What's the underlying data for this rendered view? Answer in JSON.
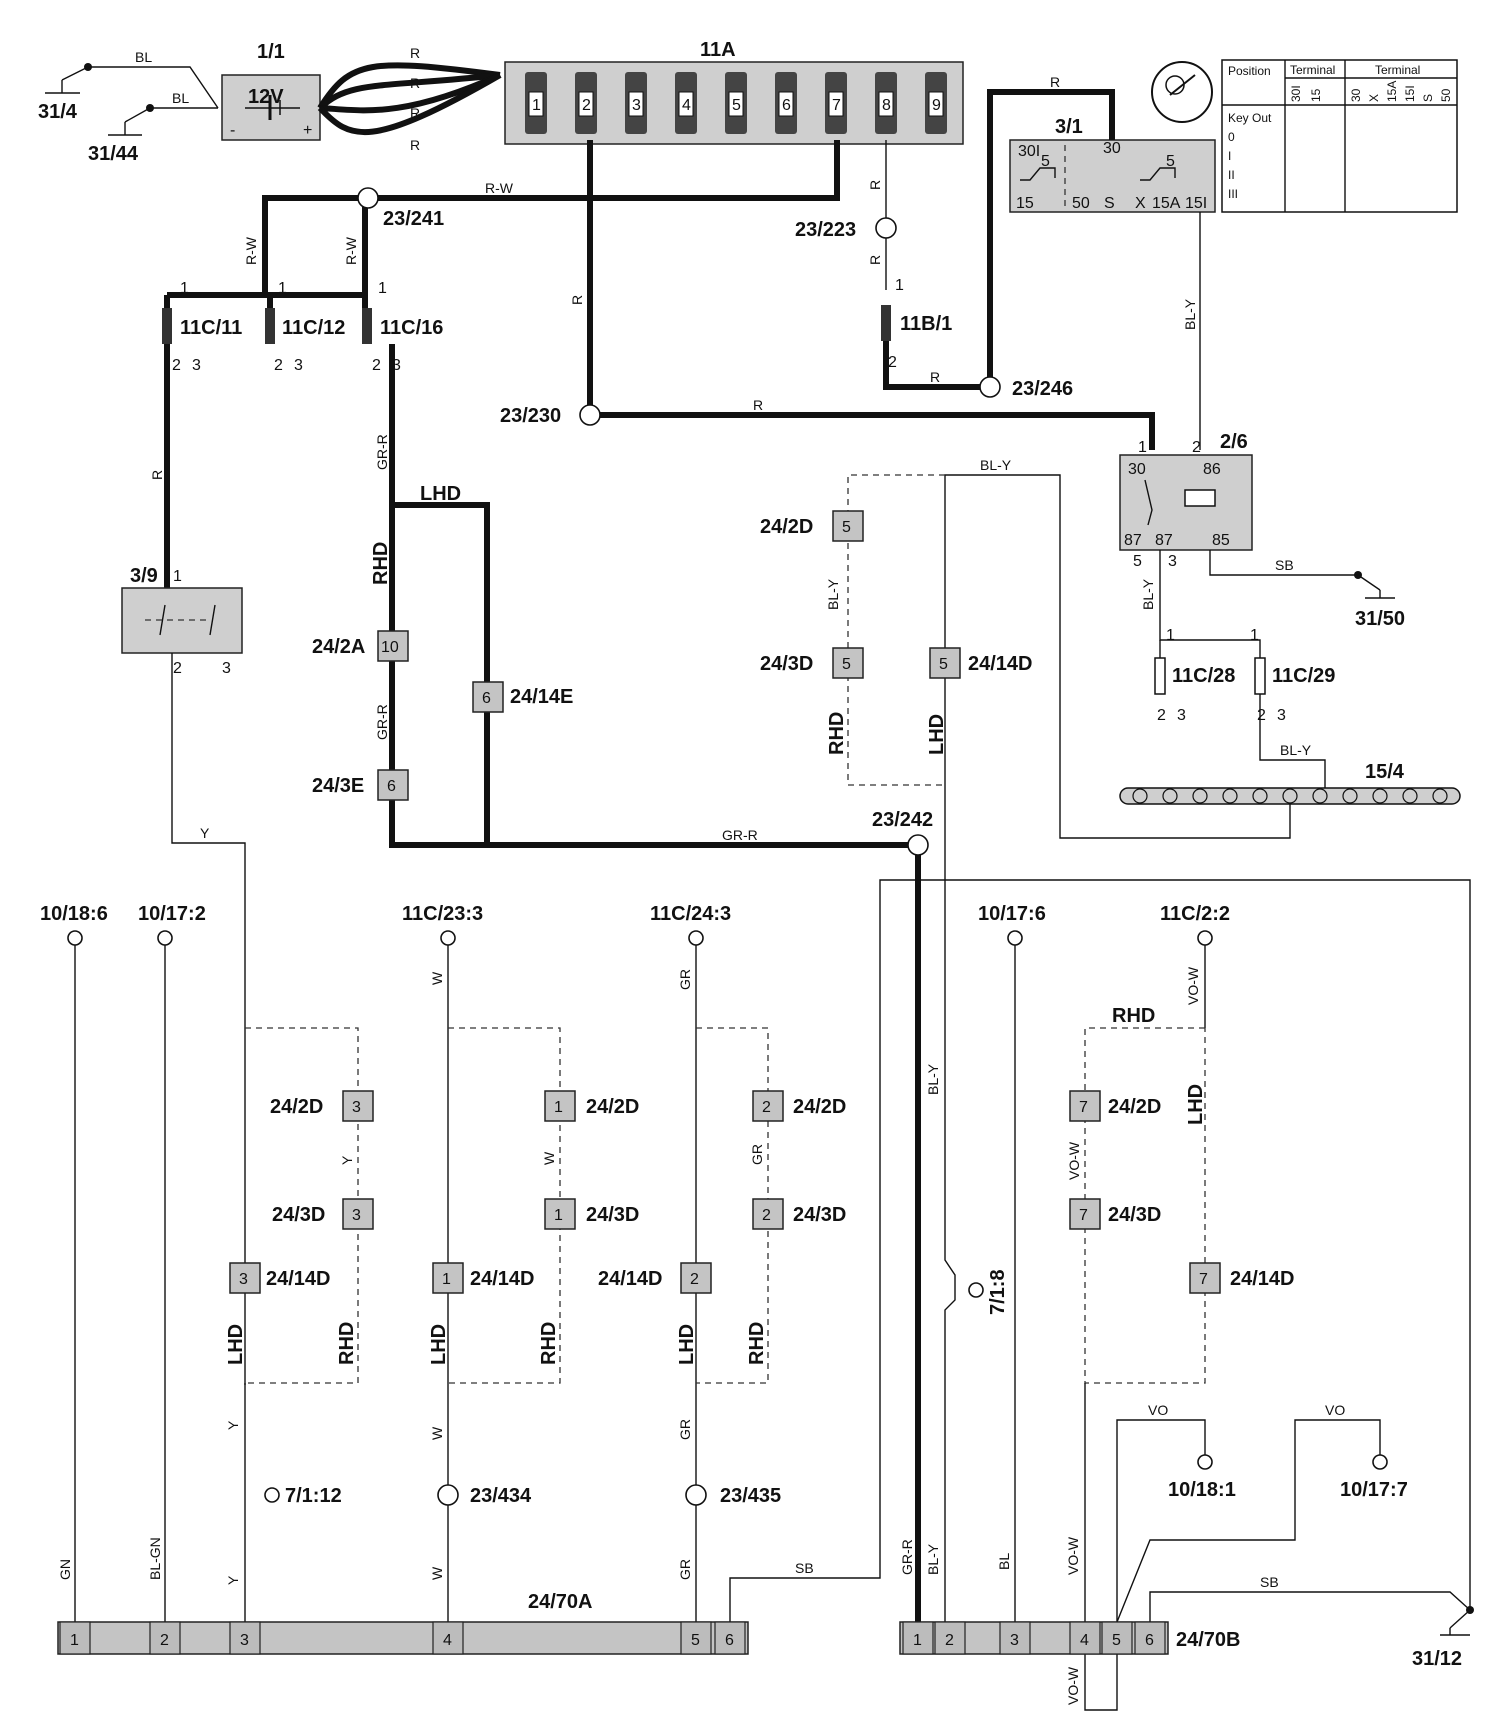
{
  "battery": {
    "id": "1/1",
    "voltage": "12V",
    "minus": "-",
    "plus": "+"
  },
  "fusebox": {
    "id": "11A",
    "fuses": [
      "1",
      "2",
      "3",
      "4",
      "5",
      "6",
      "7",
      "8",
      "9"
    ]
  },
  "ignition": {
    "id": "3/1",
    "terminals": [
      "30I",
      "30",
      "5",
      "15",
      "50",
      "S",
      "X",
      "15A",
      "15I",
      "5"
    ]
  },
  "ignition_table": {
    "header_position": "Position",
    "header_terminal1": "Terminal",
    "header_terminal2": "Terminal",
    "cols1": [
      "30I",
      "15"
    ],
    "cols2": [
      "30",
      "X",
      "15A",
      "15I",
      "S",
      "50"
    ],
    "rows": [
      "Key Out",
      "0",
      "I",
      "II",
      "III"
    ]
  },
  "grounds": {
    "g1": "31/4",
    "g2": "31/44",
    "g3": "31/50",
    "g4": "31/12"
  },
  "splices": {
    "s241": "23/241",
    "s223": "23/223",
    "s246": "23/246",
    "s230": "23/230",
    "s242": "23/242",
    "s434": "23/434",
    "s435": "23/435"
  },
  "fuses": {
    "f11": "11C/11",
    "f12": "11C/12",
    "f16": "11C/16",
    "f11b": "11B/1",
    "f28": "11C/28",
    "f29": "11C/29"
  },
  "relay": {
    "id": "2/6",
    "t30": "30",
    "t86": "86",
    "t87a": "87",
    "t87b": "87",
    "t85": "85"
  },
  "switch": {
    "id": "3/9"
  },
  "connectors": {
    "c24_2A": "24/2A",
    "c24_3E": "24/3E",
    "c24_14E": "24/14E",
    "c24_2D": "24/2D",
    "c24_3D": "24/3D",
    "c24_14D": "24/14D",
    "c15_4": "15/4",
    "c24_70A": "24/70A",
    "c24_70B": "24/70B"
  },
  "pins": {
    "p10": "10",
    "p6": "6",
    "p5": "5",
    "p3": "3",
    "p1": "1",
    "p2": "2",
    "p7": "7"
  },
  "refs": {
    "r10_18_6": "10/18:6",
    "r10_17_2": "10/17:2",
    "r11C_23_3": "11C/23:3",
    "r11C_24_3": "11C/24:3",
    "r10_17_6": "10/17:6",
    "r11C_2_2": "11C/2:2",
    "r10_18_1": "10/18:1",
    "r10_17_7": "10/17:7",
    "r7_1_12": "7/1:12",
    "r7_1_8": "7/1:8"
  },
  "wire_colors": {
    "BL": "BL",
    "R": "R",
    "RW": "R-W",
    "GRR": "GR-R",
    "BLY": "BL-Y",
    "Y": "Y",
    "W": "W",
    "GR": "GR",
    "GN": "GN",
    "BLGN": "BL-GN",
    "SB": "SB",
    "VO": "VO",
    "VOW": "VO-W"
  },
  "variants": {
    "lhd": "LHD",
    "rhd": "RHD"
  },
  "strip_a_pins": [
    "1",
    "2",
    "3",
    "4",
    "5",
    "6"
  ],
  "strip_b_pins": [
    "1",
    "2",
    "3",
    "4",
    "5",
    "6"
  ],
  "colors": {
    "component_fill": "#cfcfcf",
    "wire": "#111111",
    "background": "#ffffff"
  }
}
